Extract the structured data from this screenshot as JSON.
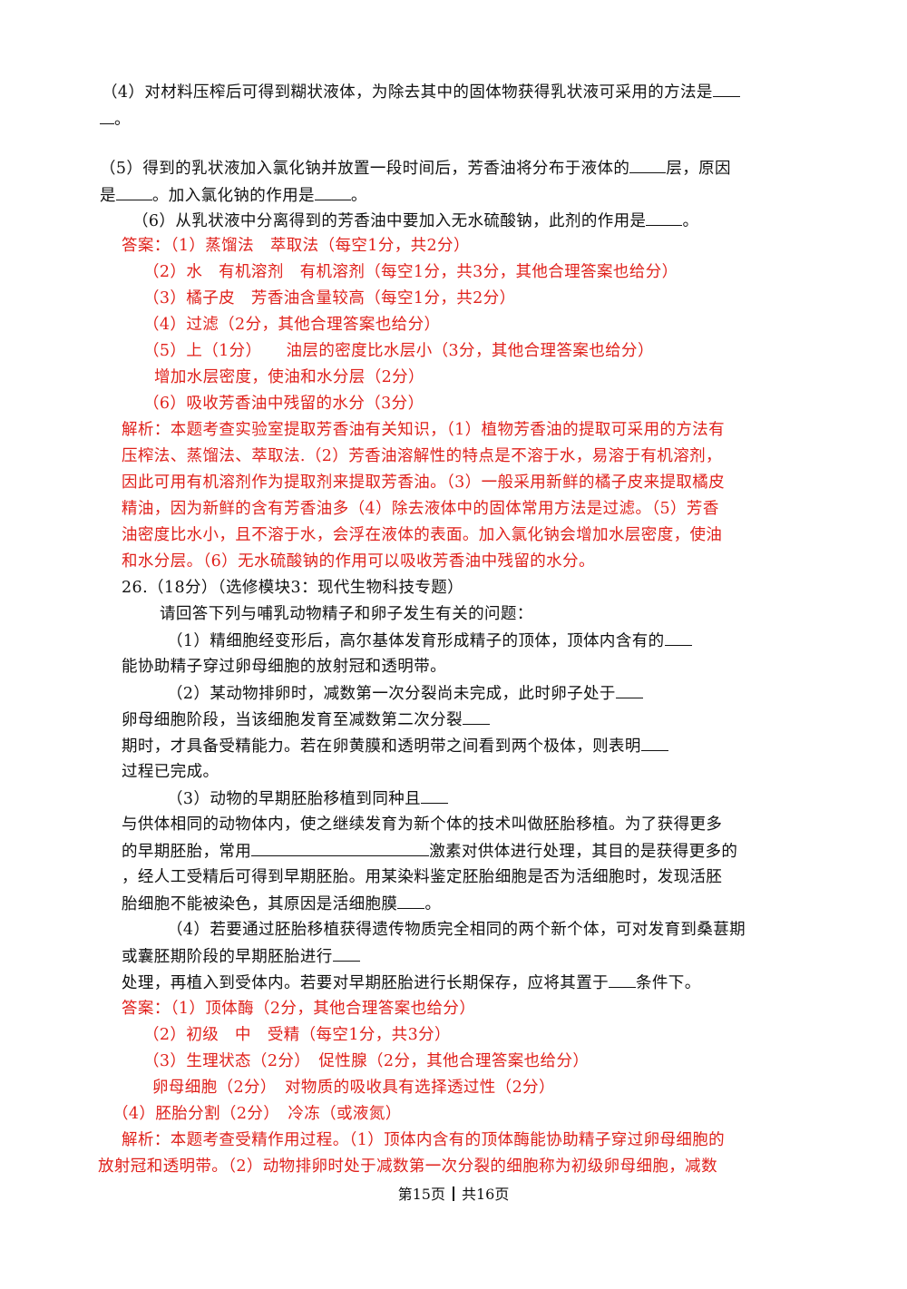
{
  "question_5_part": {
    "q4": {
      "text": "（4）对材料压榨后可得到糊状液体，为除去其中的固体物获得乳状液可采用的方法是",
      "tail": "。"
    },
    "q5": {
      "text_a": "（5）得到的乳状液加入氯化钠并放置一段时间后，芳香油将分布于液体的",
      "text_b": "层，原因",
      "text_c": "是",
      "text_d": "。加入氯化钠的作用是",
      "text_e": "。"
    },
    "q6": {
      "text": "（6）从乳状液中分离得到的芳香油中要加入无水硫酸钠，此剂的作用是",
      "tail": "。"
    }
  },
  "answer_25": {
    "lines": [
      "答案：（1）蒸馏法　萃取法（每空1分，共2分）",
      "（2）水　有机溶剂　有机溶剂（每空1分，共3分，其他合理答案也给分）",
      "（3）橘子皮　芳香油含量较高（每空1分，共2分）",
      "（4）过滤（2分，其他合理答案也给分）",
      "（5）上（1分）　　油层的密度比水层小（3分，其他合理答案也给分）",
      "增加水层密度，使油和水分层（2分）",
      "（6）吸收芳香油中残留的水分（3分）"
    ],
    "analysis": [
      "解析：本题考查实验室提取芳香油有关知识，（1）植物芳香油的提取可采用的方法有",
      "压榨法、蒸馏法、萃取法.（2）芳香油溶解性的特点是不溶于水，易溶于有机溶剂，",
      "因此可用有机溶剂作为提取剂来提取芳香油。（3）一般采用新鲜的橘子皮来提取橘皮",
      "精油，因为新鲜的含有芳香油多（4）除去液体中的固体常用方法是过滤。（5）芳香",
      "油密度比水小，且不溶于水，会浮在液体的表面。加入氯化钠会增加水层密度，使油",
      "和水分层。（6）无水硫酸钠的作用可以吸收芳香油中残留的水分。"
    ]
  },
  "question_26": {
    "header": "26.（18分）（选修模块3：现代生物科技专题）",
    "intro": "请回答下列与哺乳动物精子和卵子发生有关的问题：",
    "q1_a": "（1）精细胞经变形后，高尔基体发育形成精子的顶体，顶体内含有的",
    "q1_b": "能协助精子穿过卵母细胞的放射冠和透明带。",
    "q2_a": "（2）某动物排卵时，减数第一次分裂尚未完成，此时卵子处于",
    "q2_b": "卵母细胞阶段，当该细胞发育至减数第二次分裂",
    "q2_c": "期时，才具备受精能力。若在卵黄膜和透明带之间看到两个极体，则表明",
    "q2_d": "过程已完成。",
    "q3_a": "（3）动物的早期胚胎移植到同种且",
    "q3_b": "与供体相同的动物体内，使之继续发育为新个体的技术叫做胚胎移植。为了获得更多",
    "q3_c1": "的早期胚胎，常用",
    "q3_c2": "激素对供体进行处理，其目的是获得更多的",
    "q3_d": "，经人工受精后可得到早期胚胎。用某染料鉴定胚胎细胞是否为活细胞时，发现活胚",
    "q3_e1": "胎细胞不能被染色，其原因是活细胞膜",
    "q3_e2": "。",
    "q4_a": "（4）若要通过胚胎移植获得遗传物质完全相同的两个新个体，可对发育到桑葚期",
    "q4_b": "或囊胚期阶段的早期胚胎进行",
    "q4_c1": "处理，再植入到受体内。若要对早期胚胎进行长期保存，应将其置于",
    "q4_c2": "条件下。"
  },
  "answer_26": {
    "lines": [
      "答案：（1）顶体酶（2分，其他合理答案也给分）",
      "（2）初级　中　受精（每空1分，共3分）",
      "（3）生理状态（2分）　促性腺（2分，其他合理答案也给分）",
      "卵母细胞（2分）　对物质的吸收具有选择透过性（2分）",
      "（4）胚胎分割（2分）　冷冻（或液氮）"
    ],
    "analysis": [
      "解析：本题考查受精作用过程。（1）顶体内含有的顶体酶能协助精子穿过卵母细胞的",
      "放射冠和透明带。（2）动物排卵时处于减数第一次分裂的细胞称为初级卵母细胞，减数"
    ]
  },
  "footer": {
    "page": "第15页",
    "total": "共16页"
  },
  "colors": {
    "answer": "#e0211b",
    "text": "#111111"
  }
}
